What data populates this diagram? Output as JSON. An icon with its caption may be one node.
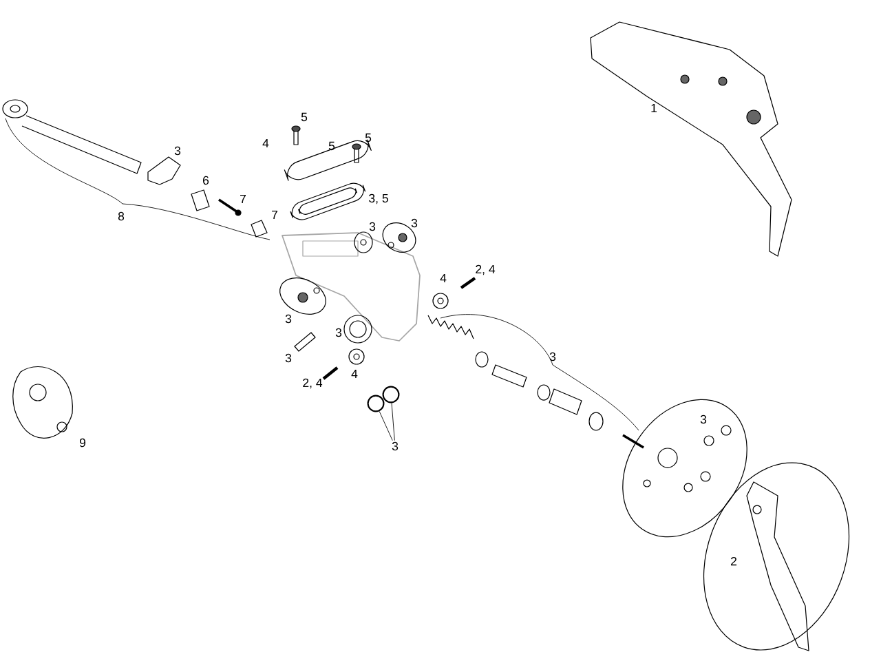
{
  "diagram": {
    "nodes": [
      {
        "text": [
          "3"
        ]
      },
      {
        "text": [],
        "shape": "circle"
      },
      {
        "text": [],
        "shape": "circle"
      }
    ],
    "edges": [
      {
        "from": 0,
        "to": 1,
        "arrow": "none"
      },
      {
        "from": 0,
        "to": 2,
        "arrow": "none"
      }
    ],
    "labels": [
      "1",
      "5",
      "5",
      "4",
      "5",
      "3",
      "6",
      "3, 5",
      "7",
      "8",
      "7",
      "3",
      "3",
      "2, 4",
      "4",
      "3",
      "3",
      "3",
      "3",
      "4",
      "2, 4",
      "3",
      "9",
      "2"
    ]
  }
}
